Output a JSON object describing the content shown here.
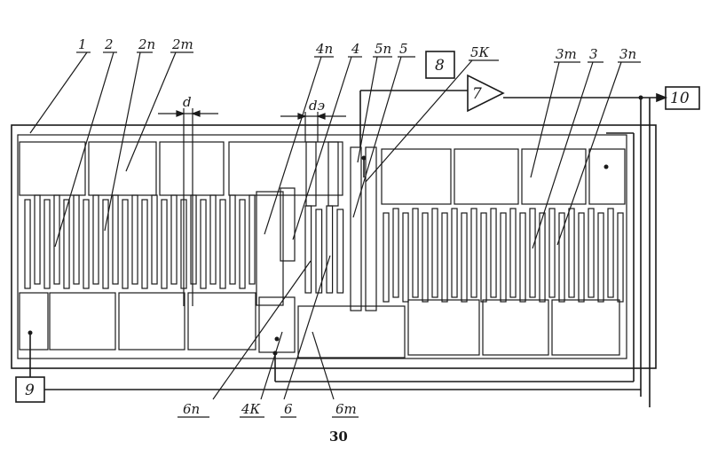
{
  "labels": {
    "substrate": "1",
    "transducer_left": "2",
    "transducer_left_fingers": "2п",
    "transducer_left_bus": "2т",
    "gap": "d",
    "center_fingers": "4п",
    "center": "4",
    "gap_small": "dэ",
    "tap_fingers": "5п",
    "tap": "5",
    "box_8": "8",
    "tap_contact": "5К",
    "amplifier": "7",
    "transducer_right_bus": "3т",
    "transducer_right": "3",
    "transducer_right_fingers": "3п",
    "output": "10",
    "generator": "9",
    "lower_fingers": "6п",
    "center_contact": "4К",
    "lower": "6",
    "lower_bus": "6т"
  },
  "page_number": "30",
  "colors": {
    "ink": "#1a1a1a",
    "paper": "#ffffff"
  }
}
